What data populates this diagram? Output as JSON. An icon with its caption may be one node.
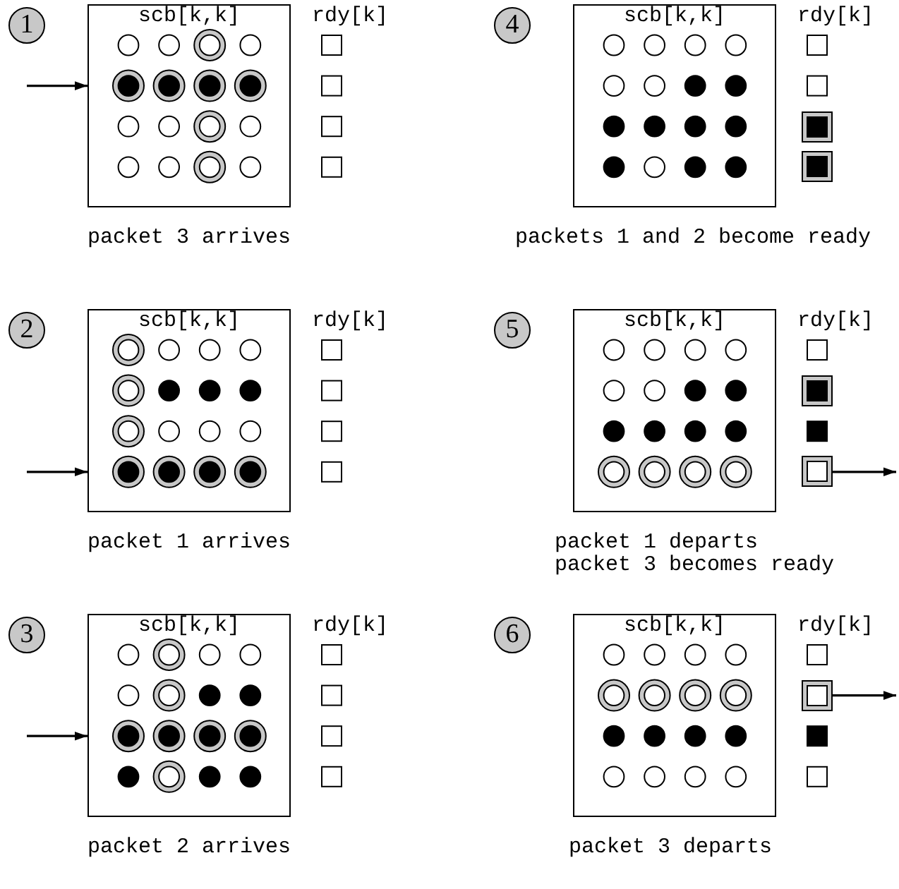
{
  "diagram": {
    "nodes": [
      {
        "text": [
          "1"
        ]
      },
      {
        "text": [
          "scb[k,k]"
        ]
      },
      {
        "text": [
          "4"
        ]
      },
      {
        "text": [
          "scb[k,k]"
        ]
      },
      {
        "text": [],
        "shape": "box"
      },
      {
        "text": [],
        "shape": "box"
      },
      {
        "text": [
          "2"
        ]
      },
      {
        "text": [
          "scb[k,k]"
        ]
      },
      {
        "text": [
          "5"
        ]
      },
      {
        "text": [
          "scb[k,k]"
        ]
      },
      {
        "text": [],
        "shape": "box"
      },
      {
        "text": [],
        "shape": "box"
      },
      {
        "text": [
          "3"
        ]
      },
      {
        "text": [
          "scb[k,k]"
        ]
      },
      {
        "text": [
          "6"
        ]
      },
      {
        "text": [
          "scb[k,k]"
        ]
      },
      {
        "text": [],
        "shape": "box"
      }
    ],
    "edges": [
      {
        "from": null,
        "to": 1,
        "arrow": "to"
      },
      {
        "from": null,
        "to": 7,
        "arrow": "to"
      },
      {
        "from": 11,
        "to": null,
        "arrow": "to"
      },
      {
        "from": null,
        "to": 13,
        "arrow": "to"
      },
      {
        "from": 16,
        "to": null,
        "arrow": "to"
      }
    ],
    "labels": [
      "rdy[k]",
      "rdy[k]",
      "packet 3 arrives",
      "packets 1 and 2 become ready",
      "rdy[k]",
      "rdy[k]",
      "packet 1 arrives",
      "packet 1 departs",
      "packet 3 becomes ready",
      "rdy[k]",
      "rdy[k]",
      "packet 2 arrives",
      "packet 3 departs"
    ]
  }
}
